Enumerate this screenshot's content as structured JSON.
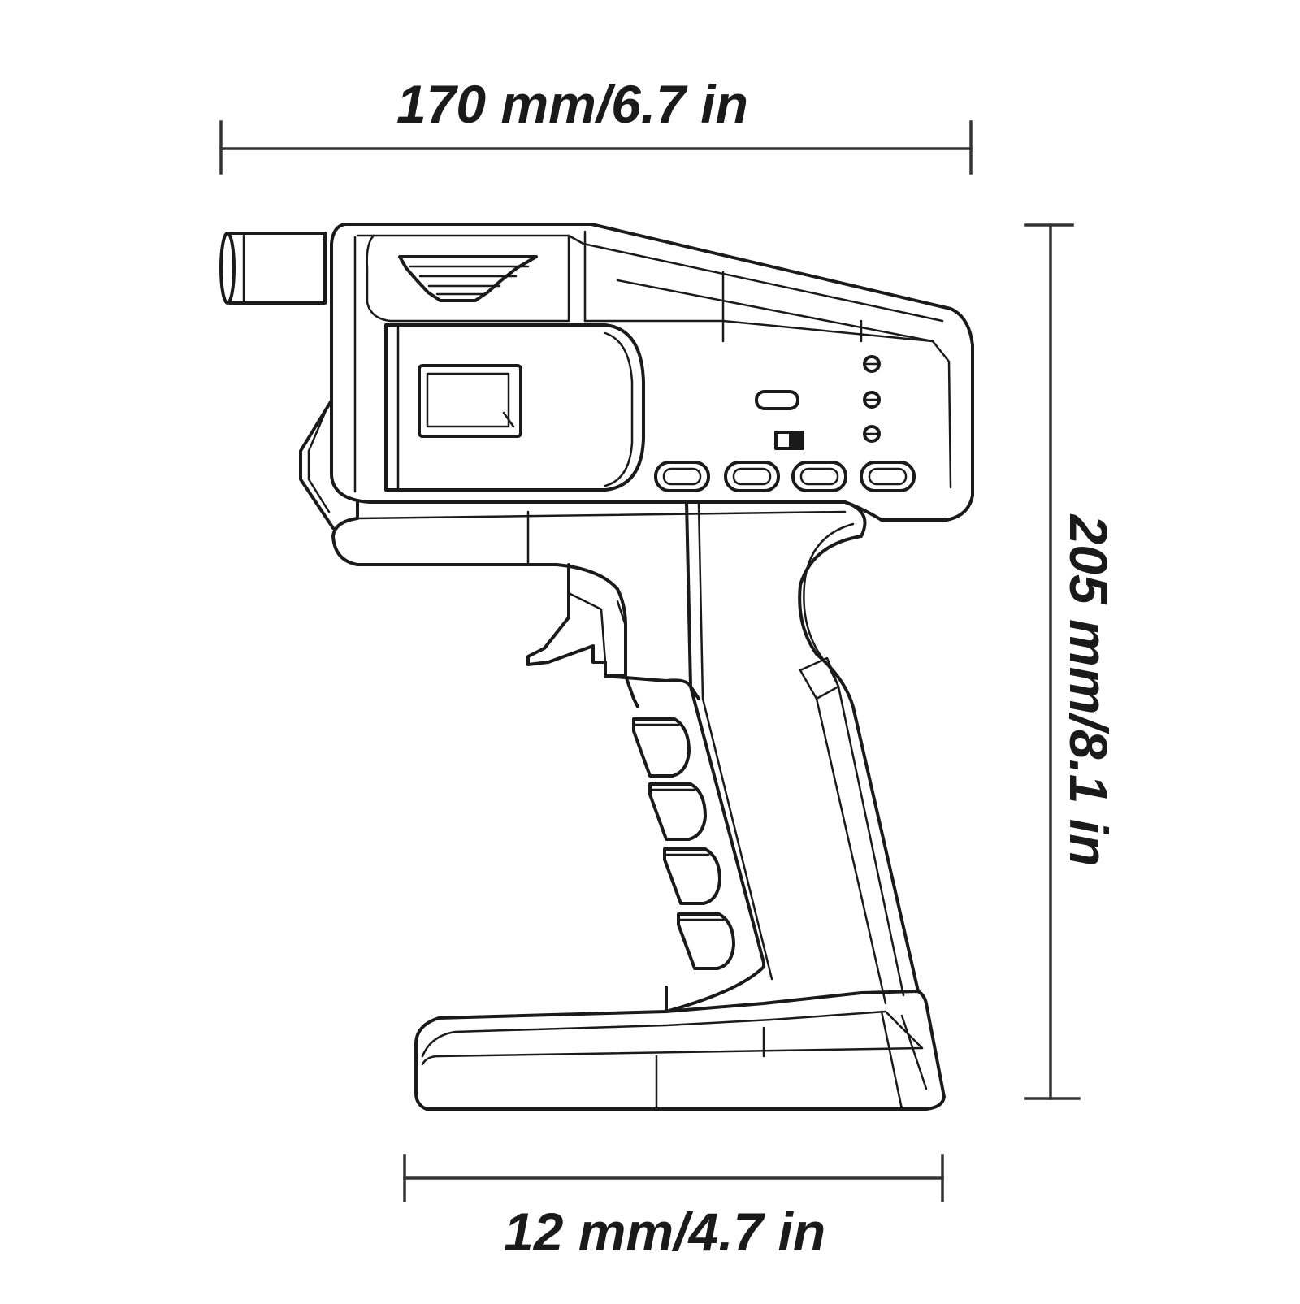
{
  "dimensions": {
    "width_top": "170 mm/6.7 in",
    "height_right": "205 mm/8.1 in",
    "width_bottom": "12 mm/4.7 in"
  },
  "colors": {
    "line": "#1a1a1a",
    "background": "#ffffff"
  }
}
